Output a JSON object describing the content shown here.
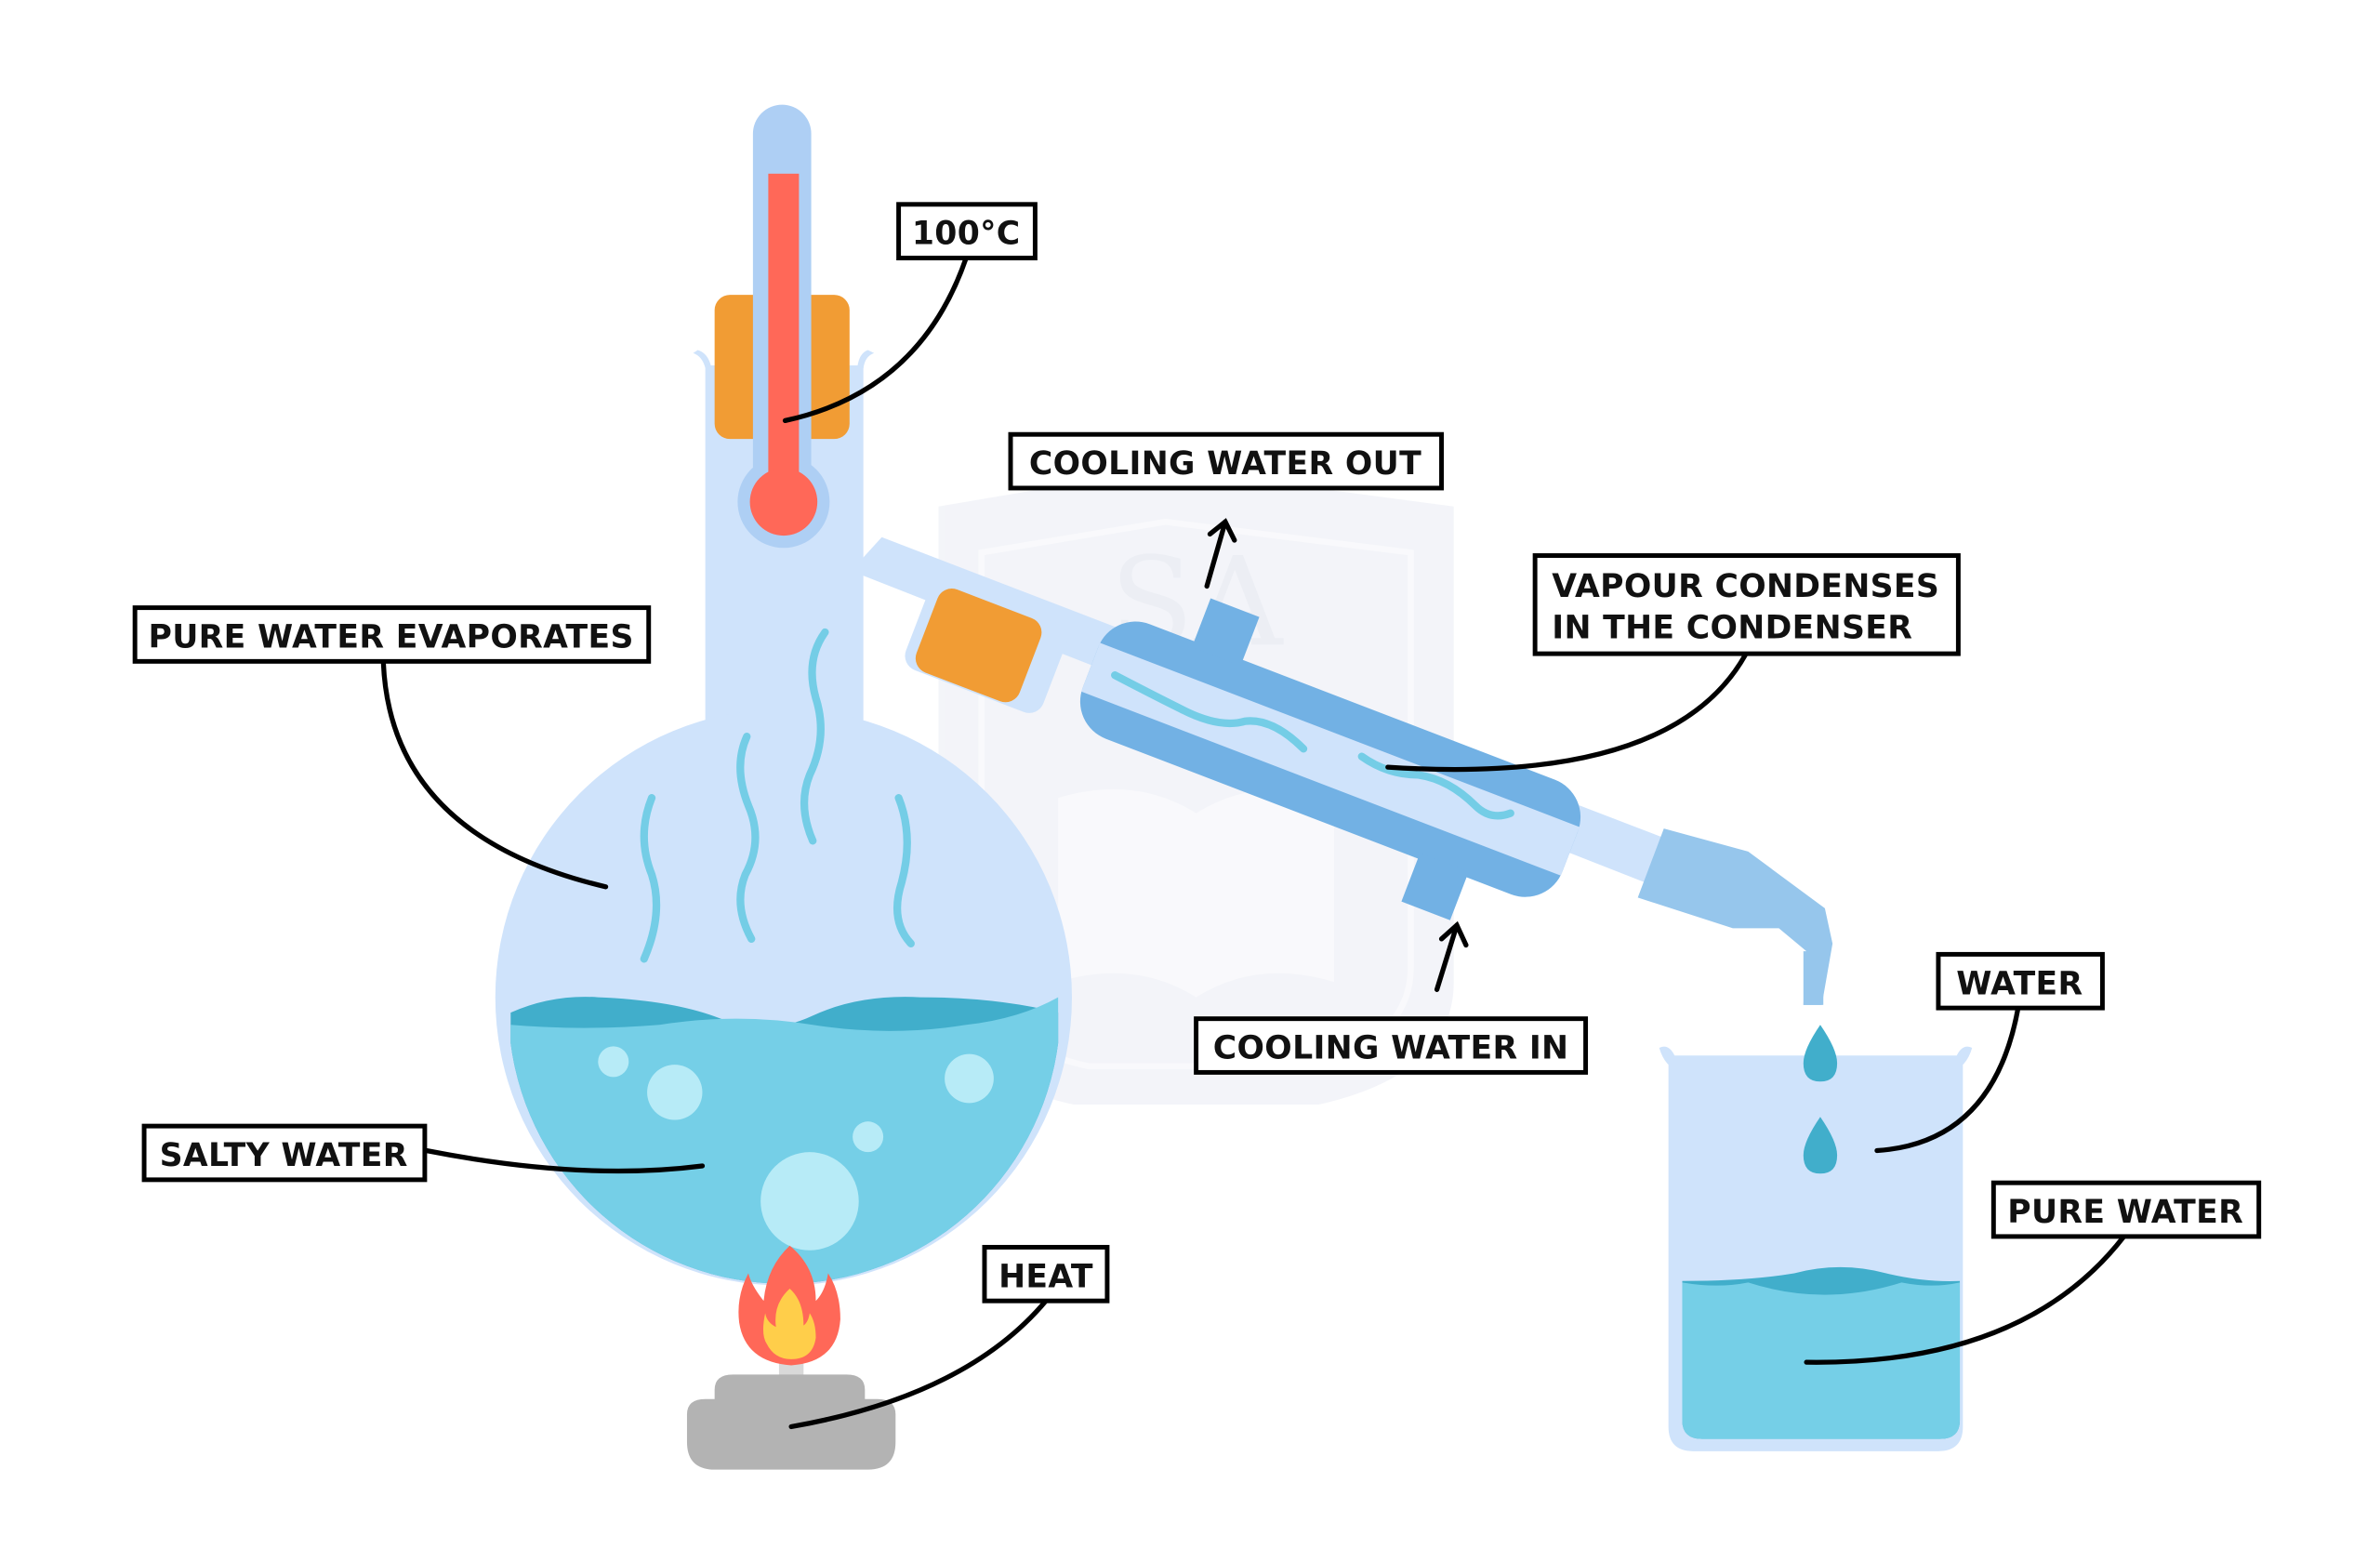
{
  "title": "Distillation of salty water",
  "colors": {
    "glass": "#cfe3fb",
    "glass_dark": "#aecff4",
    "water": "#75cfe7",
    "water_surface": "#41aecb",
    "bubble": "#b7ebf7",
    "condenser_jacket": "#72b1e4",
    "bung": "#f19c34",
    "thermometer_liquid": "#ff6858",
    "flame_outer": "#ff6858",
    "flame_inner": "#ffce4a",
    "burner": "#b3b3b3",
    "watermark": "#f1f3f8"
  },
  "watermark": {
    "lettering": "SA"
  },
  "labels": {
    "temperature": "100°C",
    "cooling_out": "COOLING WATER OUT",
    "evaporates": "PURE WATER EVAPORATES",
    "condenses_line1": "VAPOUR CONDENSES",
    "condenses_line2": "IN THE CONDENSER",
    "cooling_in": "COOLING WATER IN",
    "water": "WATER",
    "salty_water": "SALTY WATER",
    "pure_water": "PURE WATER",
    "heat": "HEAT"
  },
  "icons": {
    "flame": "flame-icon",
    "burner": "burner-icon",
    "thermometer": "thermometer-icon",
    "droplet": "droplet-icon",
    "arrow": "arrow-up-icon"
  }
}
